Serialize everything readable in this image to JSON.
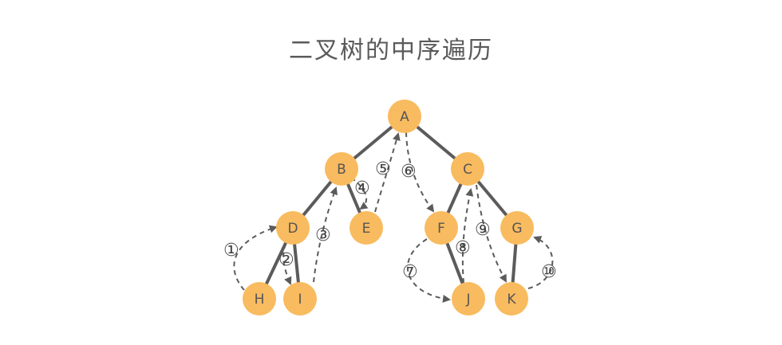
{
  "title": "二叉树的中序遍历",
  "colors": {
    "node": "#f9bb5f",
    "edge": "#5b5b5b",
    "text": "#555555"
  },
  "nodes": {
    "A": "A",
    "B": "B",
    "C": "C",
    "D": "D",
    "E": "E",
    "F": "F",
    "G": "G",
    "H": "H",
    "I": "I",
    "J": "J",
    "K": "K"
  },
  "steps": [
    "①",
    "②",
    "③",
    "④",
    "⑤",
    "⑥",
    "⑦",
    "⑧",
    "⑨",
    "⑩"
  ]
}
